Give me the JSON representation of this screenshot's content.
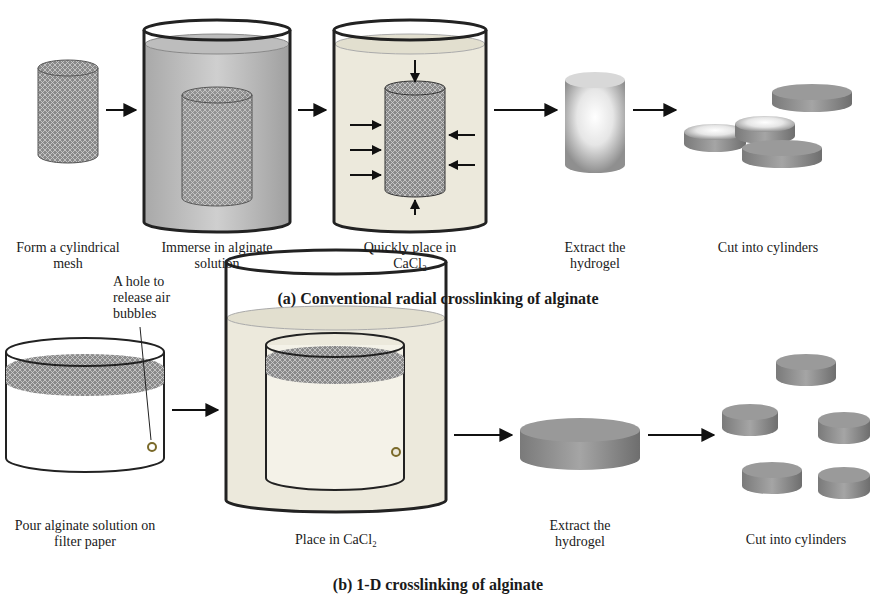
{
  "diagram": {
    "nodes": [
      {
        "text": [
          "Form a cylindrical mesh"
        ]
      },
      {
        "text": [
          "Immerse in alginate solution"
        ]
      },
      {
        "text": [
          "Quickly place in CaCl₂"
        ]
      },
      {
        "text": [
          "Extract the hydrogel"
        ]
      },
      {
        "text": [
          "Cut into cylinders"
        ]
      },
      {
        "text": [
          "Pour alginate solution on filter paper"
        ]
      },
      {
        "text": [
          "Place in CaCl₂"
        ]
      },
      {
        "text": [
          "Extract the hydrogel"
        ]
      },
      {
        "text": [
          "Cut into cylinders"
        ]
      }
    ],
    "edges": [
      {
        "from": 0,
        "to": 1,
        "arrow": "to"
      },
      {
        "from": 1,
        "to": 2,
        "arrow": "to"
      },
      {
        "from": 2,
        "to": 3,
        "arrow": "to"
      },
      {
        "from": 3,
        "to": 4,
        "arrow": "to"
      },
      {
        "from": 5,
        "to": 6,
        "arrow": "to"
      },
      {
        "from": 6,
        "to": 7,
        "arrow": "to"
      },
      {
        "from": 7,
        "to": 8,
        "arrow": "to"
      }
    ],
    "labels": [
      "(a) Conventional radial crosslinking of alginate",
      "(b) 1-D crosslinking of alginate",
      "A hole to release air bubbles"
    ]
  }
}
